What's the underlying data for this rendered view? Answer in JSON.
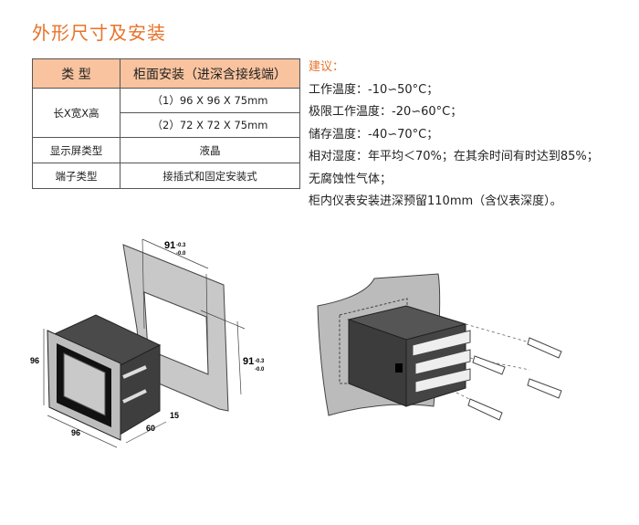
{
  "title": "外形尺寸及安装",
  "table": {
    "headers": [
      "类 型",
      "柜面安装（进深含接线端）"
    ],
    "rows": [
      {
        "label": "长X宽X高",
        "values": [
          "（1）96 X 96 X 75mm",
          "（2）72 X 72 X 75mm"
        ]
      },
      {
        "label": "显示屏类型",
        "value": "液晶"
      },
      {
        "label": "端子类型",
        "value": "接插式和固定安装式"
      }
    ]
  },
  "notes": {
    "heading": "建议：",
    "lines": [
      "工作温度：-10∽50°C；",
      "极限工作温度：-20∽60°C；",
      "储存温度：-40∽70°C；",
      "相对湿度：年平均＜70%；在其余时间有时达到85%；",
      "无腐蚀性气体；",
      "柜内仪表安装进深预留110mm（含仪表深度）。"
    ]
  },
  "diagram": {
    "cutout_width": "91",
    "cutout_height": "91",
    "tol_upper": "-0.3",
    "tol_lower": "-0.0",
    "front_height": "96",
    "front_width": "96",
    "depth": "60",
    "bezel": "15"
  }
}
